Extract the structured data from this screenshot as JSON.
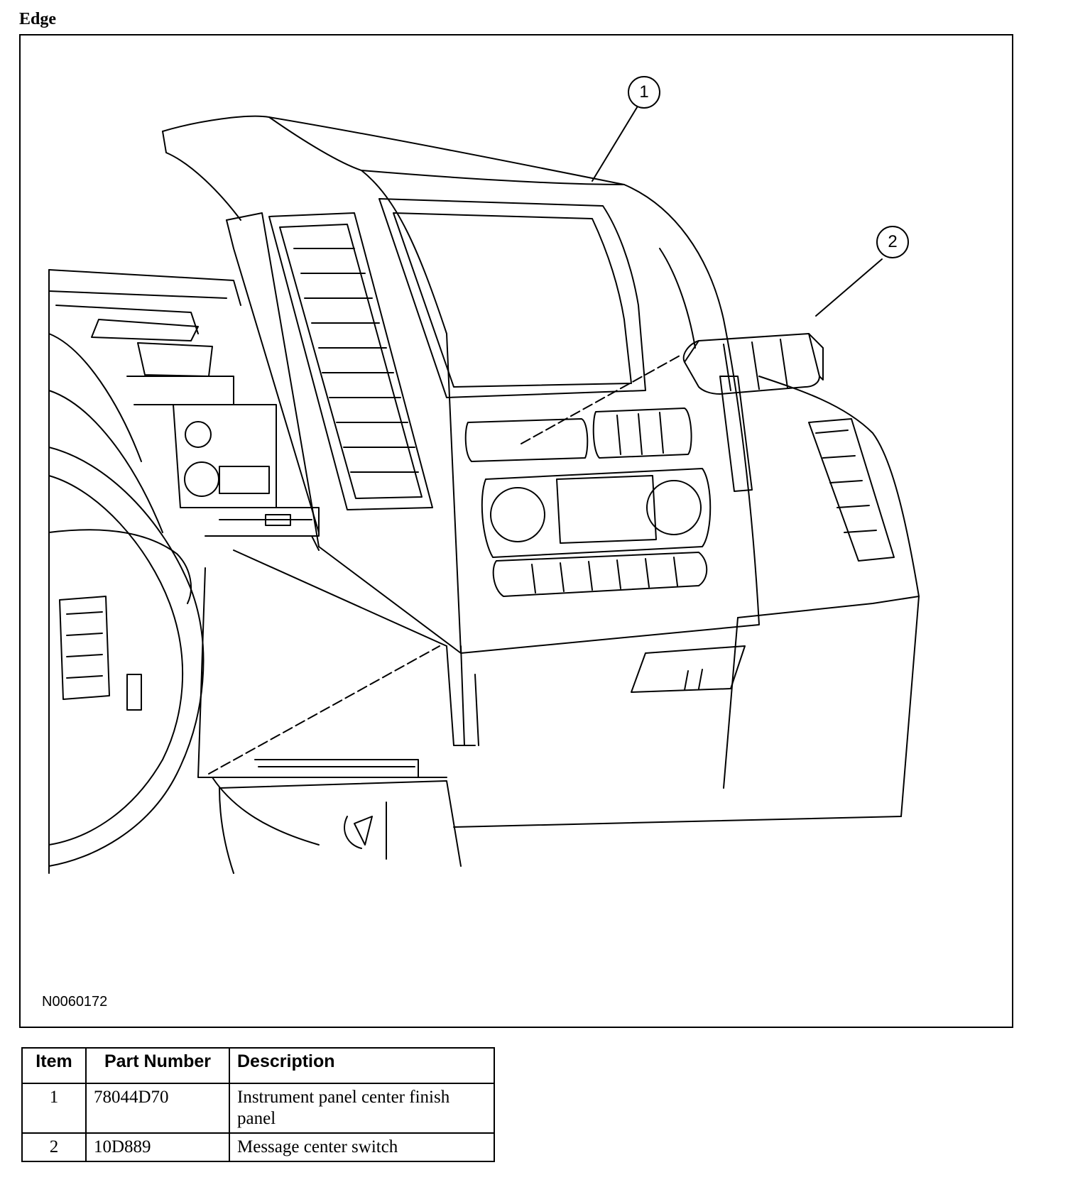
{
  "heading": "Edge",
  "figure": {
    "id": "N0060172",
    "callouts": [
      "1",
      "2"
    ]
  },
  "table": {
    "headers": [
      "Item",
      "Part Number",
      "Description"
    ],
    "rows": [
      {
        "item": "1",
        "part_number": "78044D70",
        "description": "Instrument panel center finish panel"
      },
      {
        "item": "2",
        "part_number": "10D889",
        "description": "Message center switch"
      }
    ]
  }
}
